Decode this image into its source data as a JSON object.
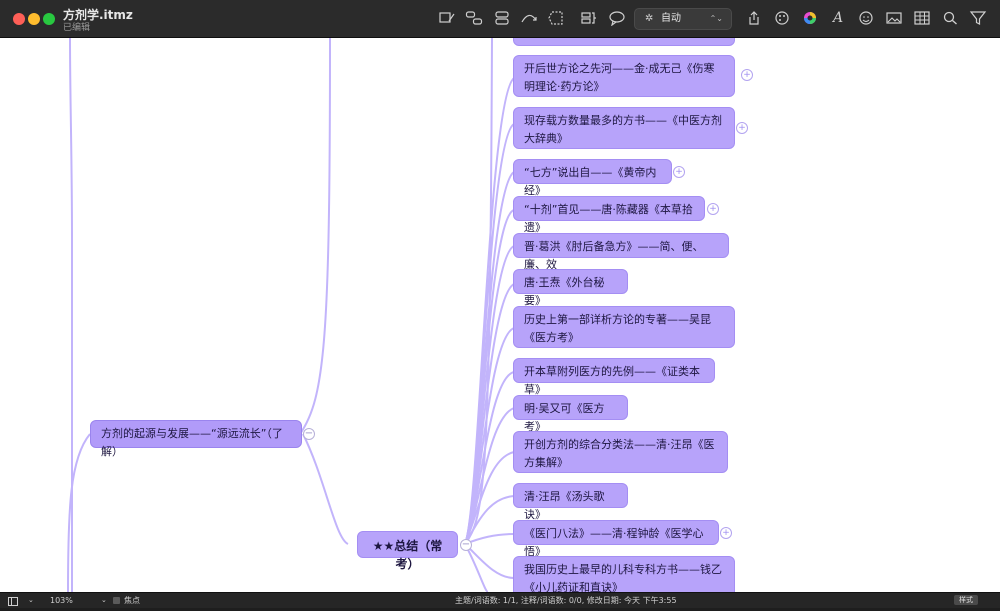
{
  "window": {
    "title": "方剂学.itmz",
    "subtitle": "已编辑"
  },
  "toolbar": {
    "mode_label": "自动",
    "tools": [
      "topic-icon",
      "subtopic-icon",
      "floating-topic-icon",
      "relation-icon",
      "boundary-icon",
      "summary-icon",
      "callout-icon",
      "share-icon",
      "palette-icon",
      "color-wheel-icon",
      "text-style-icon",
      "emoji-icon",
      "image-icon",
      "table-icon",
      "search-icon",
      "filter-icon"
    ]
  },
  "mindmap": {
    "parent_topic": "方剂的起源与发展——“源远流长”（了解）",
    "summary_topic": "★★总结（常考）",
    "items": [
      {
        "text": "开后世方论之先河——金·成无己《伤寒明理论·药方论》",
        "collapsed": true
      },
      {
        "text": "现存载方数量最多的方书——《中医方剂大辞典》",
        "collapsed": true
      },
      {
        "text": "“七方”说出自——《黄帝内经》",
        "collapsed": true
      },
      {
        "text": "“十剂”首见——唐·陈藏器《本草拾遗》",
        "collapsed": true
      },
      {
        "text": "晋·葛洪《肘后备急方》——简、便、廉、效",
        "collapsed": false
      },
      {
        "text": "唐·王焘《外台秘要》",
        "collapsed": false
      },
      {
        "text": "历史上第一部详析方论的专著——吴昆《医方考》",
        "collapsed": false
      },
      {
        "text": "开本草附列医方的先例——《证类本草》",
        "collapsed": false
      },
      {
        "text": "明·吴又可《医方考》",
        "collapsed": false
      },
      {
        "text": "开创方剂的综合分类法——清·汪昂《医方集解》",
        "collapsed": false
      },
      {
        "text": "清·汪昂《汤头歌诀》",
        "collapsed": false
      },
      {
        "text": "《医门八法》——清·程钟龄《医学心悟》",
        "collapsed": true
      },
      {
        "text": "我国历史上最早的儿科专科方书——钱乙《小儿药证和直诀》",
        "collapsed": false
      }
    ]
  },
  "statusbar": {
    "zoom": "103%",
    "focus_label": "焦点",
    "info": "主题/词语数: 1/1, 注释/词语数: 0/0, 修改日期: 今天 下午3:55",
    "style_button": "样式"
  },
  "colors": {
    "node_fill": "#b7a3fa",
    "node_border": "#a48ef3",
    "connector": "#c2b4fb",
    "toolbar_bg": "#2b2b2b"
  }
}
